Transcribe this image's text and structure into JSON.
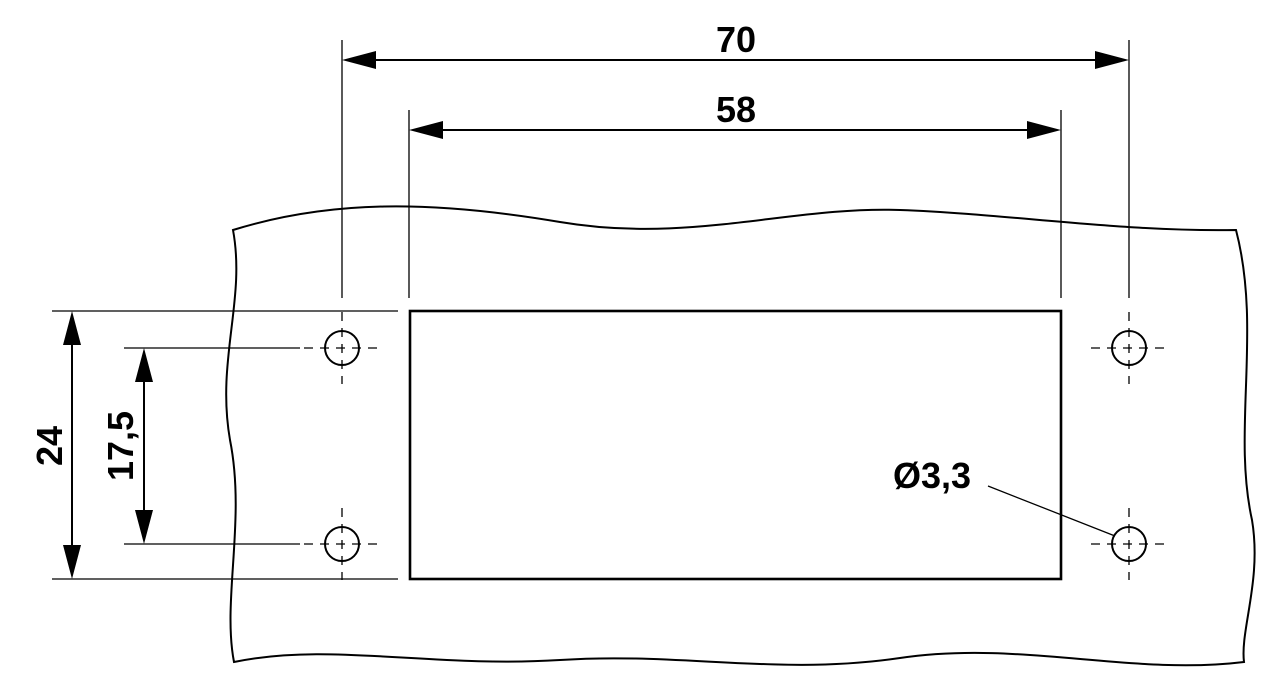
{
  "dimensions": {
    "overall_width": "70",
    "cutout_width": "58",
    "overall_height": "24",
    "hole_spacing": "17,5",
    "hole_diameter": "Ø3,3"
  }
}
